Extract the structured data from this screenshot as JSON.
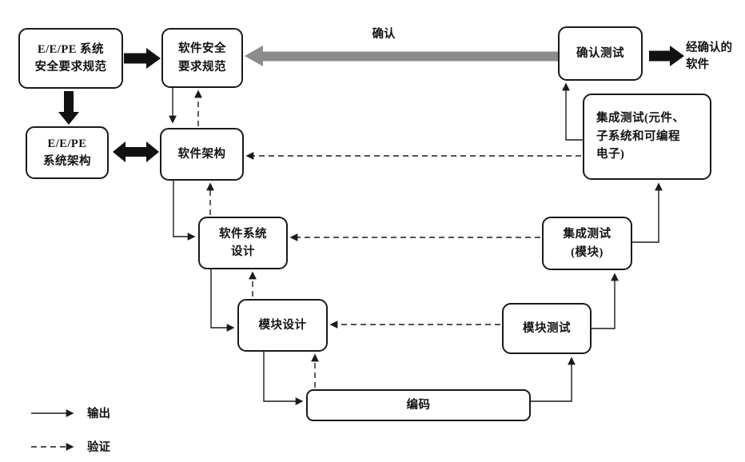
{
  "nodes": {
    "eepe_srs": {
      "label": "E/E/PE 系统\n安全要求规范"
    },
    "eepe_arch": {
      "label": "E/E/PE\n系统架构"
    },
    "sw_srs": {
      "label": "软件安全\n要求规范"
    },
    "sw_arch": {
      "label": "软件架构"
    },
    "sw_sys_design": {
      "label": "软件系统\n设计"
    },
    "module_design": {
      "label": "模块设计"
    },
    "coding": {
      "label": "编码"
    },
    "module_test": {
      "label": "模块测试"
    },
    "integration_test_module": {
      "label": "集成测试\n(模块)"
    },
    "integration_test_pe": {
      "label": "集成测试(元件、\n子系统和可编程\n电子)"
    },
    "validation_test": {
      "label": "确认测试"
    }
  },
  "floating_labels": {
    "validation_arrow": "确认",
    "validated_software": "经确认的\n软件"
  },
  "legend": {
    "output": "输出",
    "verification": "验证"
  },
  "colors": {
    "line": "#1a1a1a",
    "box_border": "#1a1a1a",
    "box_background": "#ffffff",
    "gray_arrow": "#8c8c8c",
    "background": "#ffffff"
  }
}
